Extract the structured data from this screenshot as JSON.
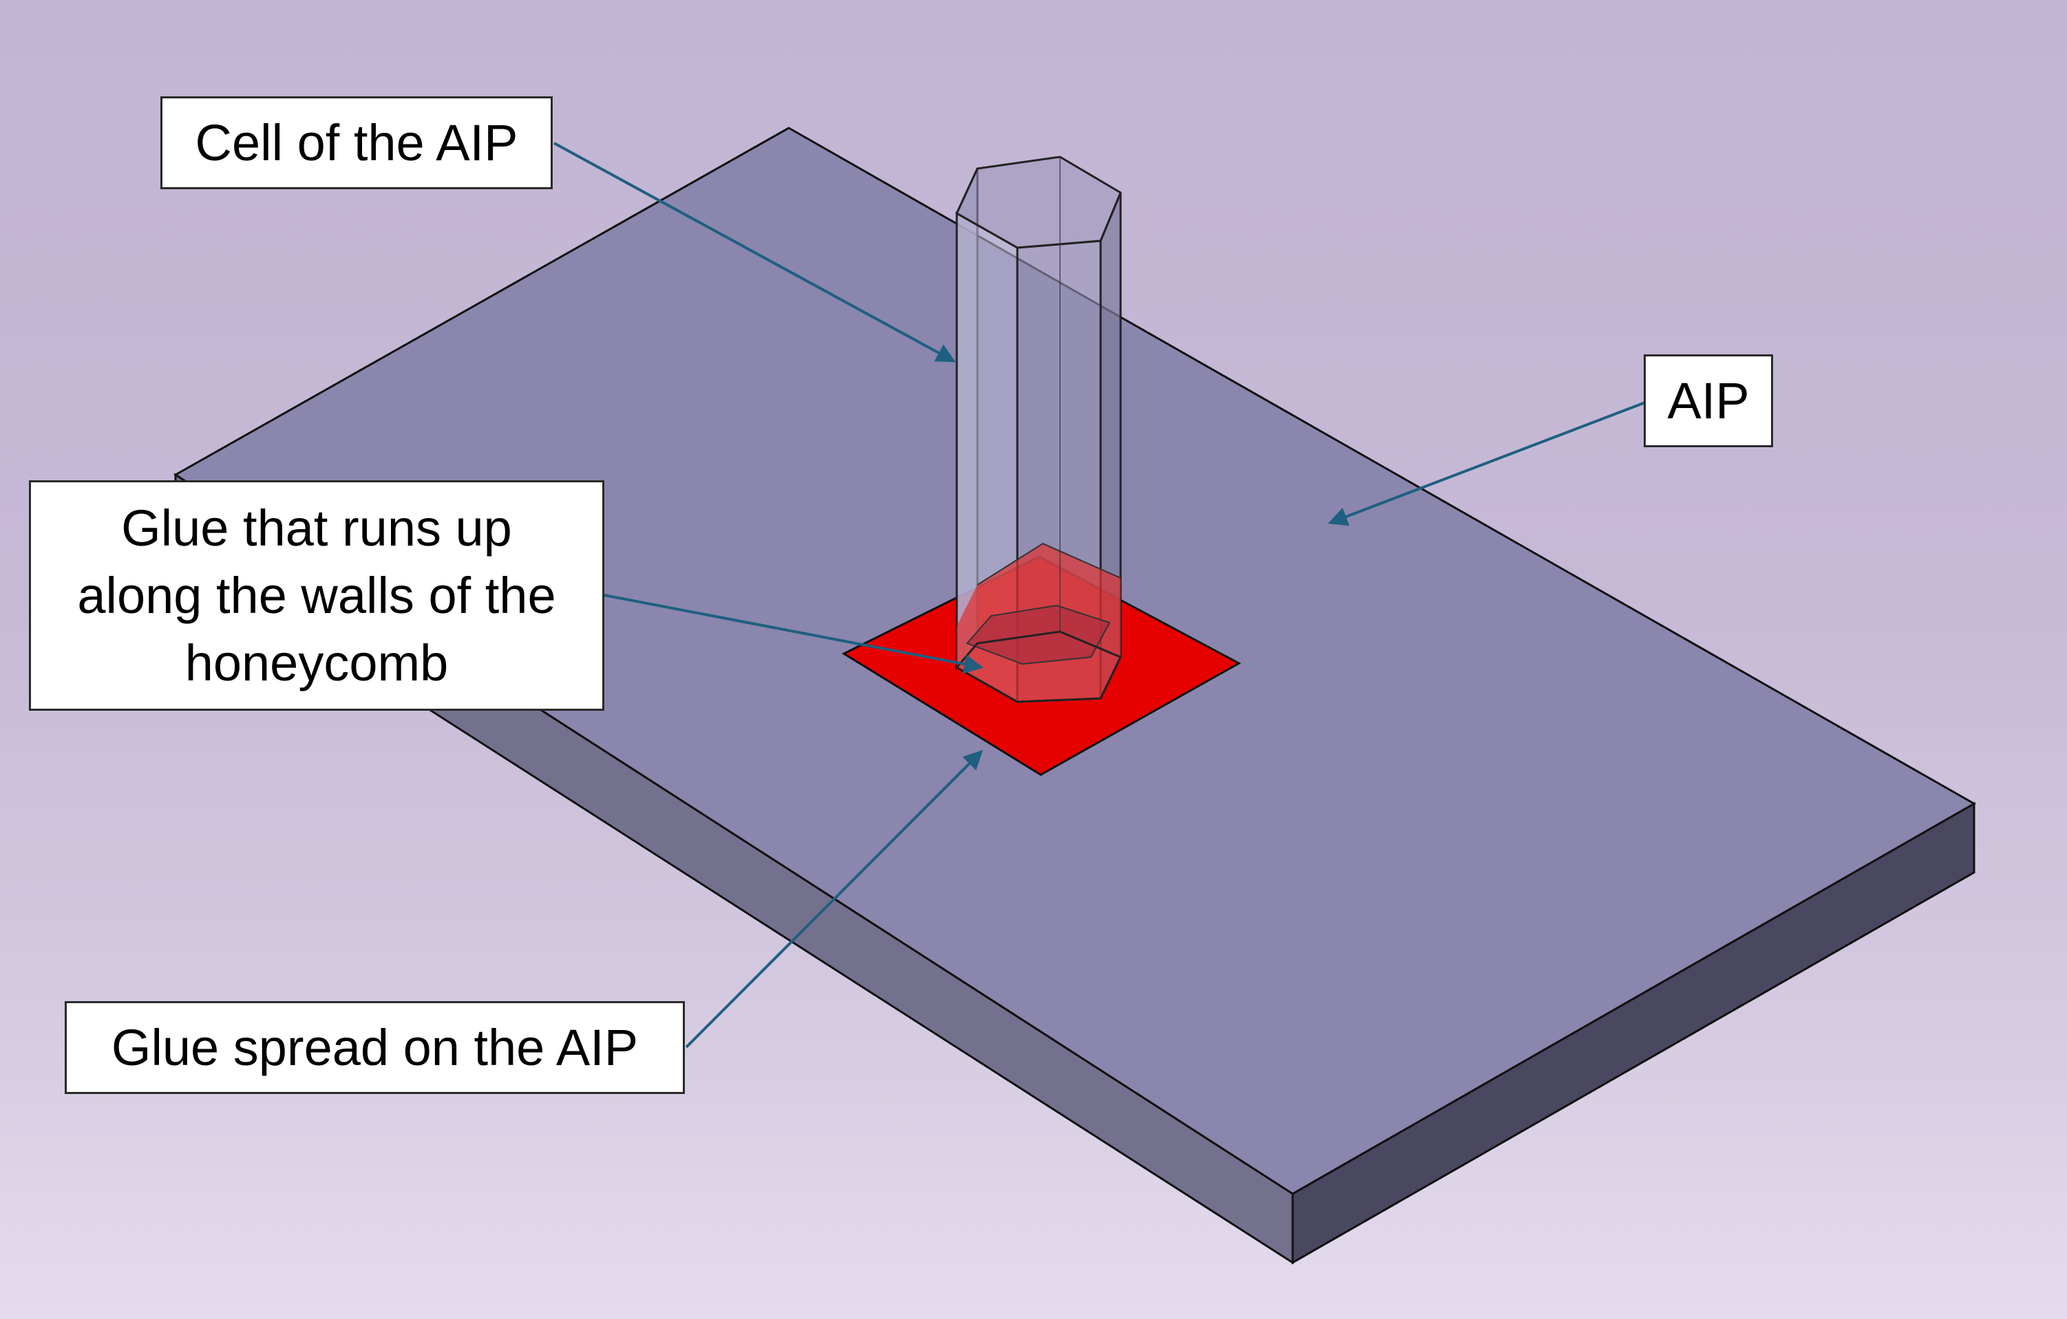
{
  "colors": {
    "background_top": "#c2b5d3",
    "background_bottom": "#e4dced",
    "plate_top": "#8a86ad",
    "plate_front_left": "#74718f",
    "plate_front_right": "#4a4760",
    "glue": "#e60000",
    "arrow": "#1f5f80",
    "label_box": "#ffffff"
  },
  "labels": {
    "cell": "Cell of the AIP",
    "aip": "AIP",
    "glue_walls": [
      "Glue that runs up",
      "along the walls of the",
      "honeycomb"
    ],
    "glue_spread": "Glue spread on the AIP"
  }
}
